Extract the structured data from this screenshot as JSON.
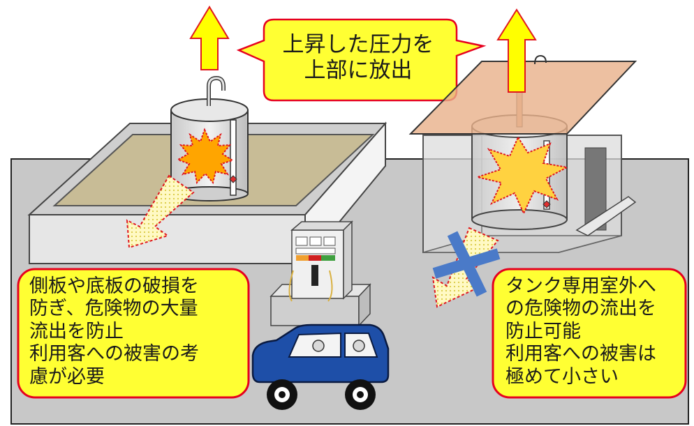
{
  "callouts": {
    "pressure_release": "上昇した圧力を\n上部に放出",
    "left_note": "側板や底板の破損を\n防ぎ、危険物の大量\n流出を防止\n利用客への被害の考\n慮が必要",
    "right_note": "タンク専用室外へ\nの危険物の流出を\n防止可能\n利用客への被害は\n極めて小さい"
  },
  "colors": {
    "ground": "#c8c8c8",
    "dike_fill": "#c8bc96",
    "arrow_yellow": "#ffff00",
    "callout_yellow": "#ffff33",
    "callout_border": "#e6001e",
    "explosion_orange": "#ffa500",
    "roof_orange": "#e8b08a",
    "cross_blue": "#4a7ac8",
    "car_blue": "#1e4fa8"
  },
  "icons": {
    "explosion_left": "explosion-icon",
    "explosion_right": "explosion-icon",
    "cross": "cross-mark-icon",
    "car": "car-icon",
    "pump": "fuel-pump-icon"
  }
}
